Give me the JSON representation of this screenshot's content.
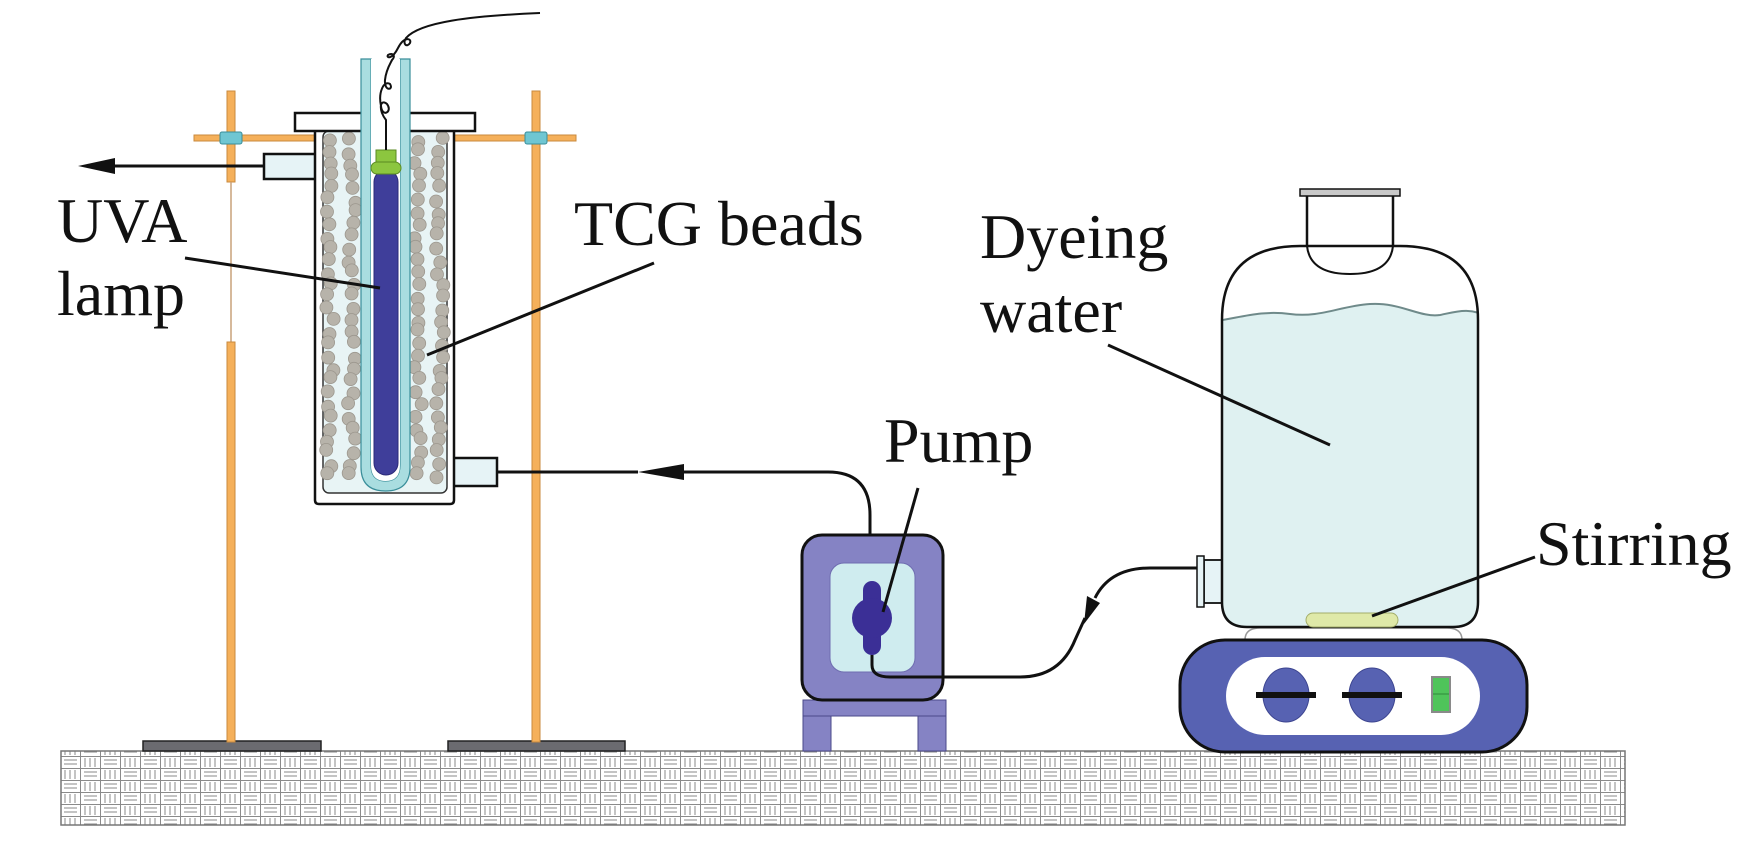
{
  "figure": {
    "description": "Photocatalytic reactor setup for dyeing water treatment",
    "labels": {
      "uva_lamp_line1": "UVA",
      "uva_lamp_line2": "lamp",
      "tcg_beads": "TCG beads",
      "dyeing_water_line1": "Dyeing",
      "dyeing_water_line2": "water",
      "pump": "Pump",
      "stirring": "Stirring"
    },
    "components": [
      {
        "id": "reactor",
        "name": "Photoreactor column packed with TCG beads"
      },
      {
        "id": "uva-lamp",
        "name": "UVA lamp in quartz sleeve"
      },
      {
        "id": "retort-stand-left",
        "name": "Retort stand"
      },
      {
        "id": "retort-stand-right",
        "name": "Retort stand"
      },
      {
        "id": "pump",
        "name": "Peristaltic pump"
      },
      {
        "id": "jar",
        "name": "Dyeing water reservoir"
      },
      {
        "id": "stirrer",
        "name": "Magnetic stirrer"
      },
      {
        "id": "bench",
        "name": "Lab bench"
      }
    ],
    "flow": [
      {
        "from": "jar",
        "to": "pump",
        "direction": "jar outlet to pump"
      },
      {
        "from": "pump",
        "to": "reactor",
        "direction": "pump to reactor bottom inlet"
      },
      {
        "from": "reactor",
        "to": "outlet",
        "direction": "reactor top outlet, leftward"
      }
    ],
    "colors": {
      "stand_rod": "#f5b05a",
      "clamp": "#6fc6d2",
      "glass": "#a9dde0",
      "lamp": "#3f3e9a",
      "lamp_cap": "#8cc63f",
      "bead": "#b7b3aa",
      "bead_bg": "#e8f4f5",
      "pump_body": "#8583c4",
      "pump_window": "#cfecef",
      "pump_head": "#3b2f96",
      "water": "#dff1f1",
      "stir_bar": "#dfe9a8",
      "stirrer_body": "#5762b2",
      "switch": "#4fc45a",
      "base_plate": "#6b6b70",
      "outline": "#111111"
    }
  }
}
